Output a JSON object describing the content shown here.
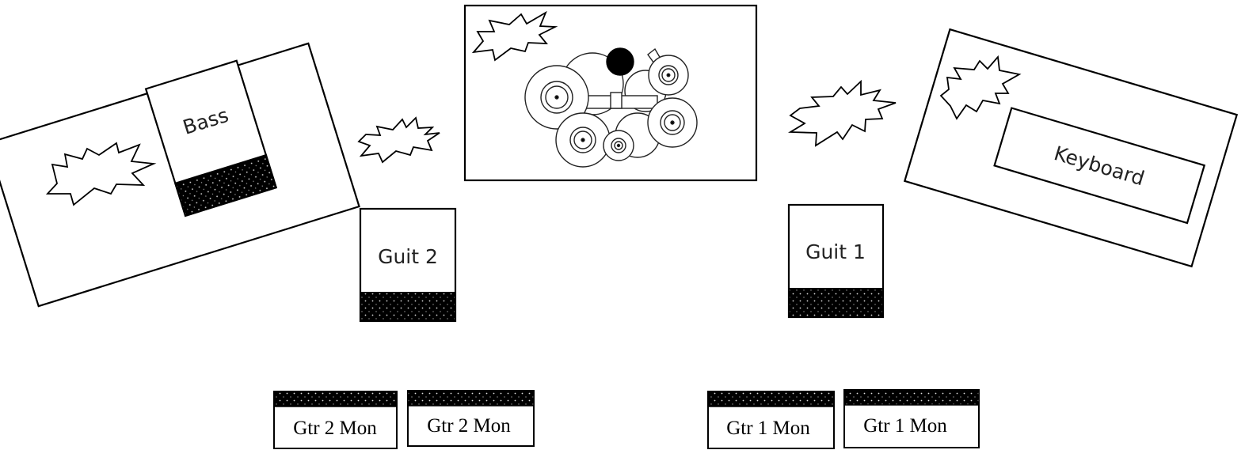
{
  "labels": {
    "bass": "Bass",
    "keyboard": "Keyboard",
    "guit2": "Guit 2",
    "guit1": "Guit 1",
    "gtr2_mon_left": "Gtr 2 Mon",
    "gtr2_mon_right": "Gtr 2 Mon",
    "gtr1_mon_left": "Gtr 1 Mon",
    "gtr1_mon_right": "Gtr 1 Mon"
  }
}
